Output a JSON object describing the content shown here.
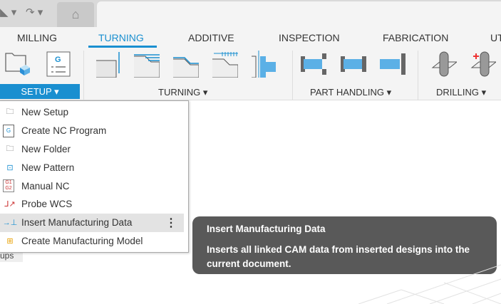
{
  "quick_access": {
    "undo_icon": "undo-icon",
    "redo_icon": "redo-icon",
    "home_icon": "home-icon"
  },
  "tabs": [
    {
      "label": "MILLING"
    },
    {
      "label": "TURNING"
    },
    {
      "label": "ADDITIVE"
    },
    {
      "label": "INSPECTION"
    },
    {
      "label": "FABRICATION"
    },
    {
      "label": "UT"
    }
  ],
  "active_tab": "TURNING",
  "groups": {
    "setup": "SETUP ▾",
    "turning": "TURNING ▾",
    "part_handling": "PART HANDLING ▾",
    "drilling": "DRILLING ▾"
  },
  "menu": {
    "items": [
      {
        "label": "New Setup"
      },
      {
        "label": "Create NC Program"
      },
      {
        "label": "New Folder"
      },
      {
        "label": "New Pattern"
      },
      {
        "label": "Manual NC"
      },
      {
        "label": "Probe WCS"
      },
      {
        "label": "Insert Manufacturing Data"
      },
      {
        "label": "Create Manufacturing Model"
      }
    ],
    "more": "⋮"
  },
  "background_label": "ups",
  "tooltip": {
    "title": "Insert Manufacturing Data",
    "description": "Inserts all linked CAM data from inserted designs into the current document."
  },
  "colors": {
    "accent": "#1a8fd0",
    "tooltip_bg": "#595959"
  }
}
